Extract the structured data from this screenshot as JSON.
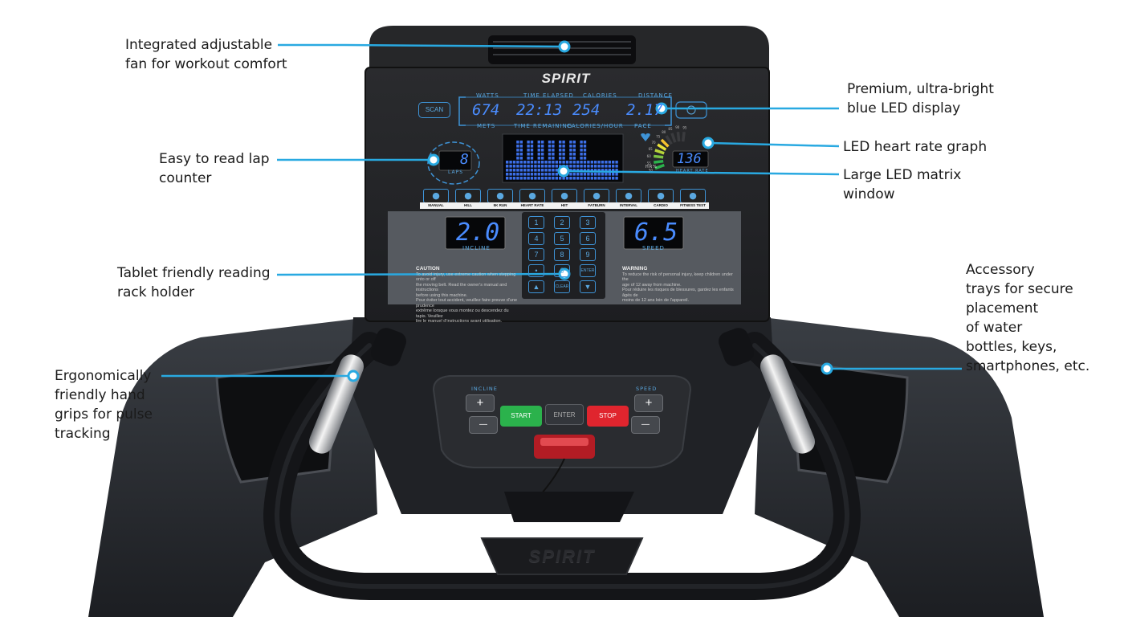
{
  "callouts": {
    "fan": "Integrated adjustable\nfan for workout comfort",
    "display": "Premium, ultra-bright\nblue LED display",
    "heart_graph": "LED heart rate graph",
    "lap_counter": "Easy to read lap\ncounter",
    "matrix": "Large LED matrix\nwindow",
    "tablet": "Tablet friendly reading\nrack holder",
    "trays": "Accessory\ntrays for secure\nplacement\nof water\nbottles, keys,\nsmartphones, etc.",
    "grips": "Ergonomically\nfriendly hand\ngrips for pulse\ntracking"
  },
  "console": {
    "brand": "SPIRIT",
    "top_labels": [
      "WATTS",
      "TIME ELAPSED",
      "CALORIES",
      "DISTANCE"
    ],
    "bottom_labels": [
      "METS",
      "TIME REMAINING",
      "CALORIES/HOUR",
      "PACE"
    ],
    "readouts": [
      "674",
      "22:13",
      "254",
      "2.17"
    ],
    "scan_label": "SCAN",
    "laps_value": "8",
    "laps_label": "LAPS",
    "heart_rate_value": "136",
    "heart_rate_label": "HEART RATE",
    "hr_percent_label": "HR%",
    "hr_scale": [
      "50",
      "55",
      "60",
      "65",
      "70",
      "75",
      "80",
      "85",
      "90",
      "95"
    ],
    "programs": [
      "MANUAL",
      "HILL",
      "5K RUN",
      "HEART RATE",
      "HIIT",
      "FATBURN",
      "INTERVAL",
      "CARDIO",
      "FITNESS TEST"
    ],
    "incline_value": "2.0",
    "incline_label": "INCLINE",
    "speed_value": "6.5",
    "speed_label": "SPEED",
    "keypad": [
      "1",
      "2",
      "3",
      "4",
      "5",
      "6",
      "7",
      "8",
      "9",
      "•",
      "0",
      "ENTER",
      "▲",
      "CLEAR",
      "▼"
    ],
    "caution_title": "CAUTION",
    "caution_text": "To avoid injury, use extreme caution when stepping onto or off\nthe moving belt. Read the owner's manual and instructions\nbefore using this machine.\nPour éviter tout accident, veuillez faire preuve d'une prudence\nextrême lorsque vous montez ou descendez du tapis. Veuillez\nlire le manuel d'instructions avant utilisation.",
    "warning_title": "WARNING",
    "warning_text": "To reduce the risk of personal injury, keep children under the\nage of 12 away from machine.\nPour réduire les risques de blessures, gardez les enfants âgés de\nmoins de 12 ans loin de l'appareil.",
    "lower_incline_label": "INCLINE",
    "lower_speed_label": "SPEED",
    "start_label": "START",
    "enter_label": "ENTER",
    "stop_label": "STOP",
    "plus": "+",
    "minus": "—",
    "base_brand": "SPIRIT"
  },
  "colors": {
    "accent_blue": "#29a9e1",
    "led_blue": "#4a8cff",
    "start_green": "#2bb24c",
    "stop_red": "#e0252e"
  }
}
